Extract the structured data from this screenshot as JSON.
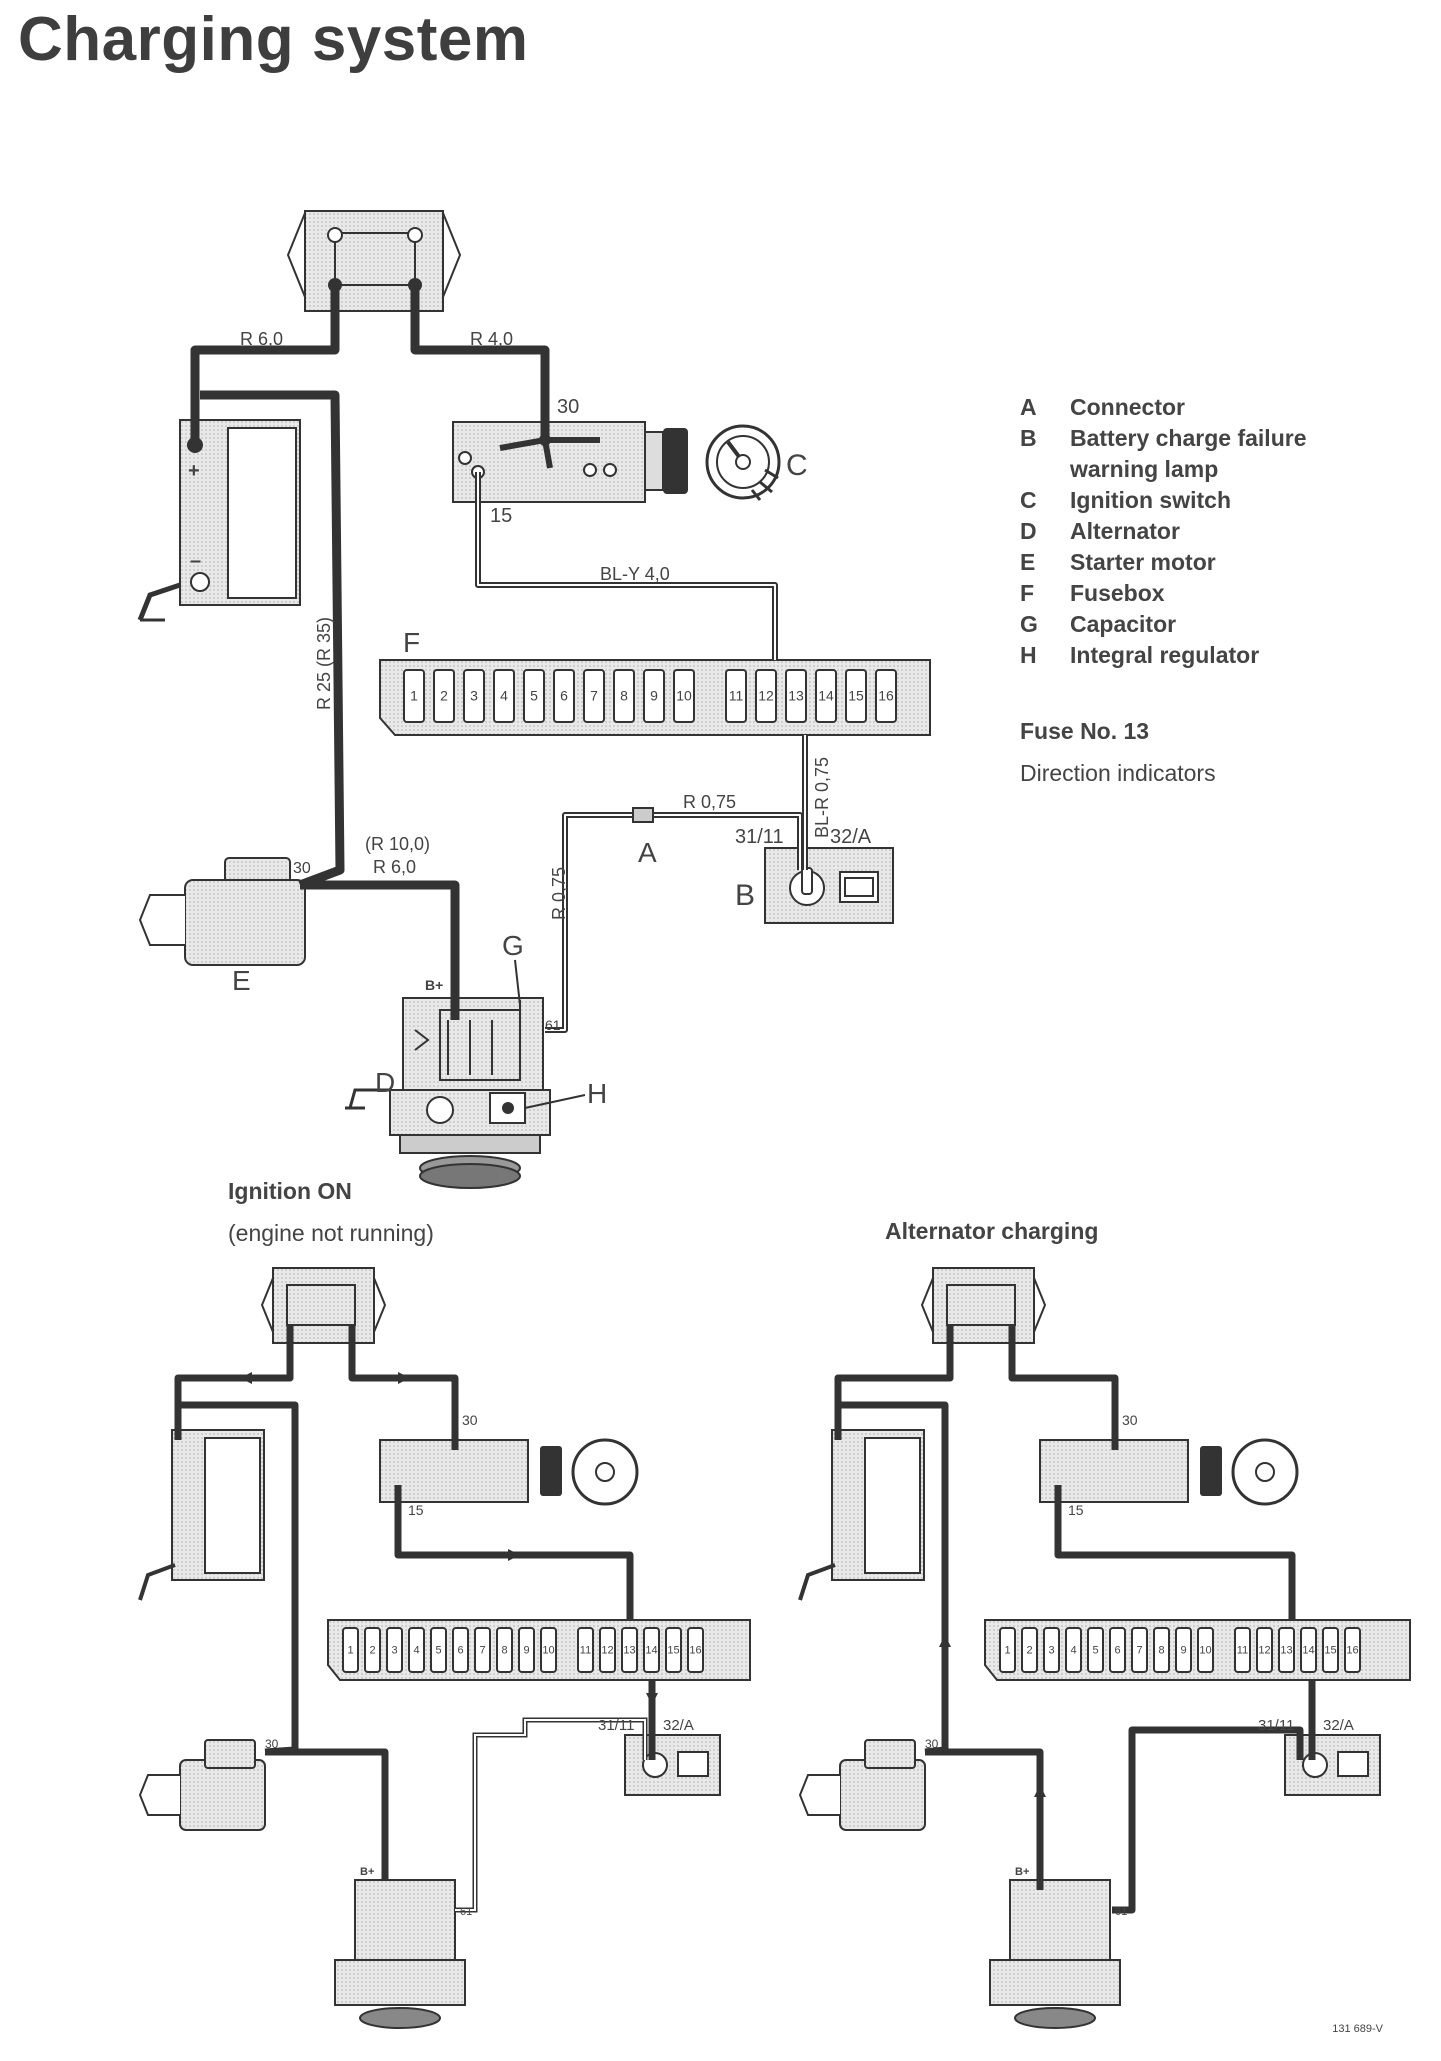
{
  "title": "Charging system",
  "legend": [
    {
      "key": "A",
      "label": "Connector"
    },
    {
      "key": "B",
      "label": "Battery charge failure"
    },
    {
      "key": "",
      "label": "warning lamp"
    },
    {
      "key": "C",
      "label": "Ignition switch"
    },
    {
      "key": "D",
      "label": "Alternator"
    },
    {
      "key": "E",
      "label": "Starter motor"
    },
    {
      "key": "F",
      "label": "Fusebox"
    },
    {
      "key": "G",
      "label": "Capacitor"
    },
    {
      "key": "H",
      "label": "Integral regulator"
    }
  ],
  "fuse_note": "Fuse No. 13",
  "fuse_desc": "Direction indicators",
  "wires": {
    "r60_top": "R 6,0",
    "r40_top": "R 4,0",
    "bly40": "BL-Y 4,0",
    "r25": "R 25 (R 35)",
    "r100": "(R 10,0)",
    "r60_mid": "R 6,0",
    "r075_a": "R 0,75",
    "r075_b": "R 0,75",
    "blr075": "BL-R 0,75"
  },
  "terminals": {
    "t30": "30",
    "t15": "15",
    "t3111": "31/11",
    "t32a": "32/A",
    "t61": "61",
    "bplus": "B+"
  },
  "component_letters": {
    "A": "A",
    "B": "B",
    "C": "C",
    "D": "D",
    "E": "E",
    "F": "F",
    "G": "G",
    "H": "H"
  },
  "fuse_numbers": [
    "1",
    "2",
    "3",
    "4",
    "5",
    "6",
    "7",
    "8",
    "9",
    "10",
    "11",
    "12",
    "13",
    "14",
    "15",
    "16"
  ],
  "captions": {
    "ign_on": "Ignition ON",
    "ign_on_sub": "(engine not running)",
    "alt_charging": "Alternator charging"
  },
  "figure_ref": "131 689-V"
}
